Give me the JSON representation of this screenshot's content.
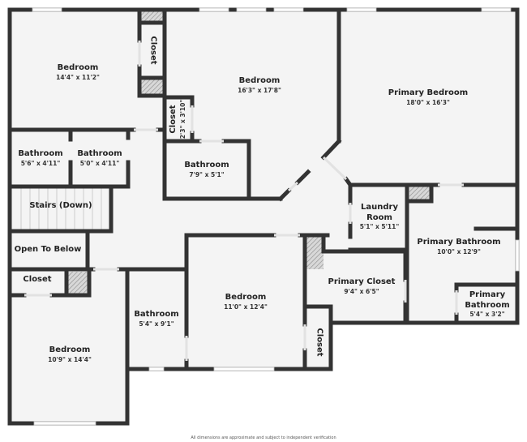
{
  "floorplan": {
    "colors": {
      "wall": "#333333",
      "floor": "#f4f4f4",
      "window": "#ffffff",
      "hatch": "#999999",
      "background": "#ffffff"
    },
    "rooms": [
      {
        "name": "Bedroom",
        "dim": "14'4\" x 11'2\""
      },
      {
        "name": "Closet",
        "dim": ""
      },
      {
        "name": "Bedroom",
        "dim": "16'3\" x 17'8\""
      },
      {
        "name": "Primary Bedroom",
        "dim": "18'0\" x 16'3\""
      },
      {
        "name": "Closet",
        "dim": "2'3\" x 3'10\""
      },
      {
        "name": "Bathroom",
        "dim": "5'6\" x 4'11\""
      },
      {
        "name": "Bathroom",
        "dim": "5'0\" x 4'11\""
      },
      {
        "name": "Bathroom",
        "dim": "7'9\" x 5'1\""
      },
      {
        "name": "Stairs (Down)",
        "dim": ""
      },
      {
        "name": "Laundry Room",
        "dim": "5'1\" x 5'11\""
      },
      {
        "name": "Open To Below",
        "dim": ""
      },
      {
        "name": "Primary Bathroom",
        "dim": "10'0\" x 12'9\""
      },
      {
        "name": "Closet",
        "dim": ""
      },
      {
        "name": "Primary Closet",
        "dim": "9'4\" x 6'5\""
      },
      {
        "name": "Bedroom",
        "dim": "11'0\" x 12'4\""
      },
      {
        "name": "Primary Bathroom",
        "dim": "5'4\" x 3'2\""
      },
      {
        "name": "Bathroom",
        "dim": "5'4\" x 9'1\""
      },
      {
        "name": "Bedroom",
        "dim": "10'9\" x 14'4\""
      },
      {
        "name": "Closet",
        "dim": ""
      }
    ],
    "laundry_line1": "Laundry",
    "laundry_line2": "Room",
    "primary_bath_small_line1": "Primary",
    "primary_bath_small_line2": "Bathroom",
    "disclaimer": "All dimensions are approximate and subject to independent verification"
  }
}
